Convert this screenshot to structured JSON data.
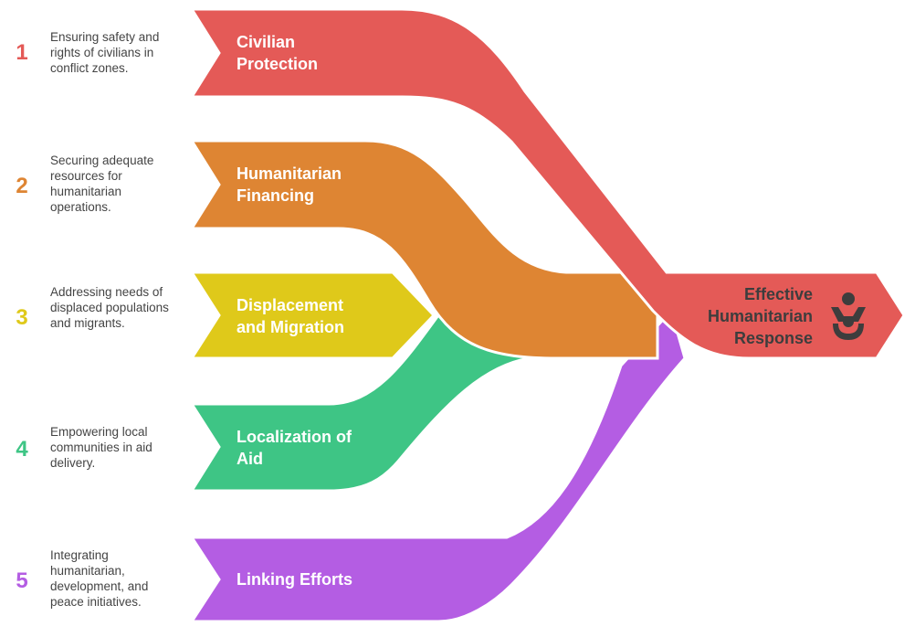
{
  "items": [
    {
      "number": "1",
      "label": "Civilian Protection",
      "description": "Ensuring safety and rights of civilians in conflict zones.",
      "color": "#E45A57"
    },
    {
      "number": "2",
      "label": "Humanitarian Financing",
      "description": "Securing adequate resources for humanitarian operations.",
      "color": "#DE8533"
    },
    {
      "number": "3",
      "label": "Displacement and Migration",
      "description": "Addressing needs of displaced populations and migrants.",
      "color": "#DFC91A"
    },
    {
      "number": "4",
      "label": "Localization of Aid",
      "description": "Empowering local communities in aid delivery.",
      "color": "#3EC585"
    },
    {
      "number": "5",
      "label": "Linking Efforts",
      "description": "Integrating humanitarian, development, and peace initiatives.",
      "color": "#B45DE3"
    }
  ],
  "target": {
    "label": "Effective Humanitarian Response",
    "icon": "people-icon",
    "text_color": "#3D3D3D"
  }
}
